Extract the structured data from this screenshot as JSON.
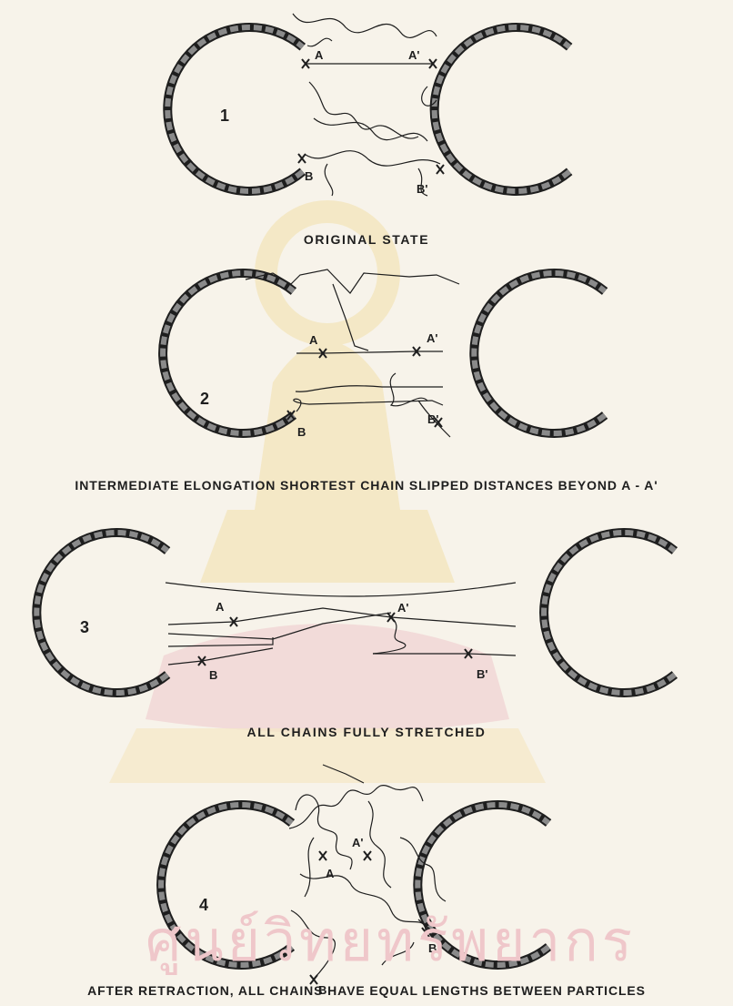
{
  "watermark": {
    "text": "ศูนย์วิทยทรัพยากร",
    "color": "#efc7ca",
    "emblem_color": "#f3dfa8"
  },
  "colors": {
    "ink": "#1e1e1e",
    "shell": "#8a8a8a",
    "paper": "#f7f3ea"
  },
  "panels": [
    {
      "number": "1",
      "caption": "ORIGINAL STATE",
      "labels": [
        "A",
        "A'",
        "B",
        "B'"
      ]
    },
    {
      "number": "2",
      "caption": "INTERMEDIATE ELONGATION SHORTEST CHAIN SLIPPED DISTANCES BEYOND A - A'",
      "labels": [
        "A",
        "A'",
        "B",
        "B'"
      ]
    },
    {
      "number": "3",
      "caption": "ALL CHAINS FULLY STRETCHED",
      "labels": [
        "A",
        "A'",
        "B",
        "B'"
      ]
    },
    {
      "number": "4",
      "caption": "AFTER RETRACTION, ALL CHAINS HAVE EQUAL LENGTHS BETWEEN PARTICLES",
      "labels": [
        "A",
        "A'",
        "B",
        "B'"
      ]
    }
  ]
}
